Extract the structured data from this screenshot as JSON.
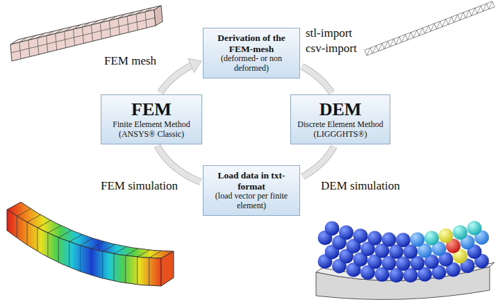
{
  "diagram": {
    "nodes": [
      {
        "text": [
          "Derivation of the FEM-mesh",
          "(deformed- or non deformed)"
        ]
      },
      {
        "text": [
          "FEM",
          "Finite Element Method (ANSYS® Classic)"
        ]
      },
      {
        "text": [
          "DEM",
          "Discrete Element Method (LIGGGHTS®)"
        ]
      },
      {
        "text": [
          "Load data in txt-format",
          "(load vector per finite element)"
        ]
      }
    ],
    "edges": [
      {
        "from": 1,
        "to": 0,
        "arrow": "to"
      },
      {
        "from": 0,
        "to": 2,
        "arrow": "none"
      },
      {
        "from": 2,
        "to": 3,
        "arrow": "none"
      },
      {
        "from": 3,
        "to": 1,
        "arrow": "none"
      }
    ],
    "labels": [
      "FEM mesh",
      "stl-import",
      "csv-import",
      "FEM simulation",
      "DEM simulation"
    ]
  }
}
